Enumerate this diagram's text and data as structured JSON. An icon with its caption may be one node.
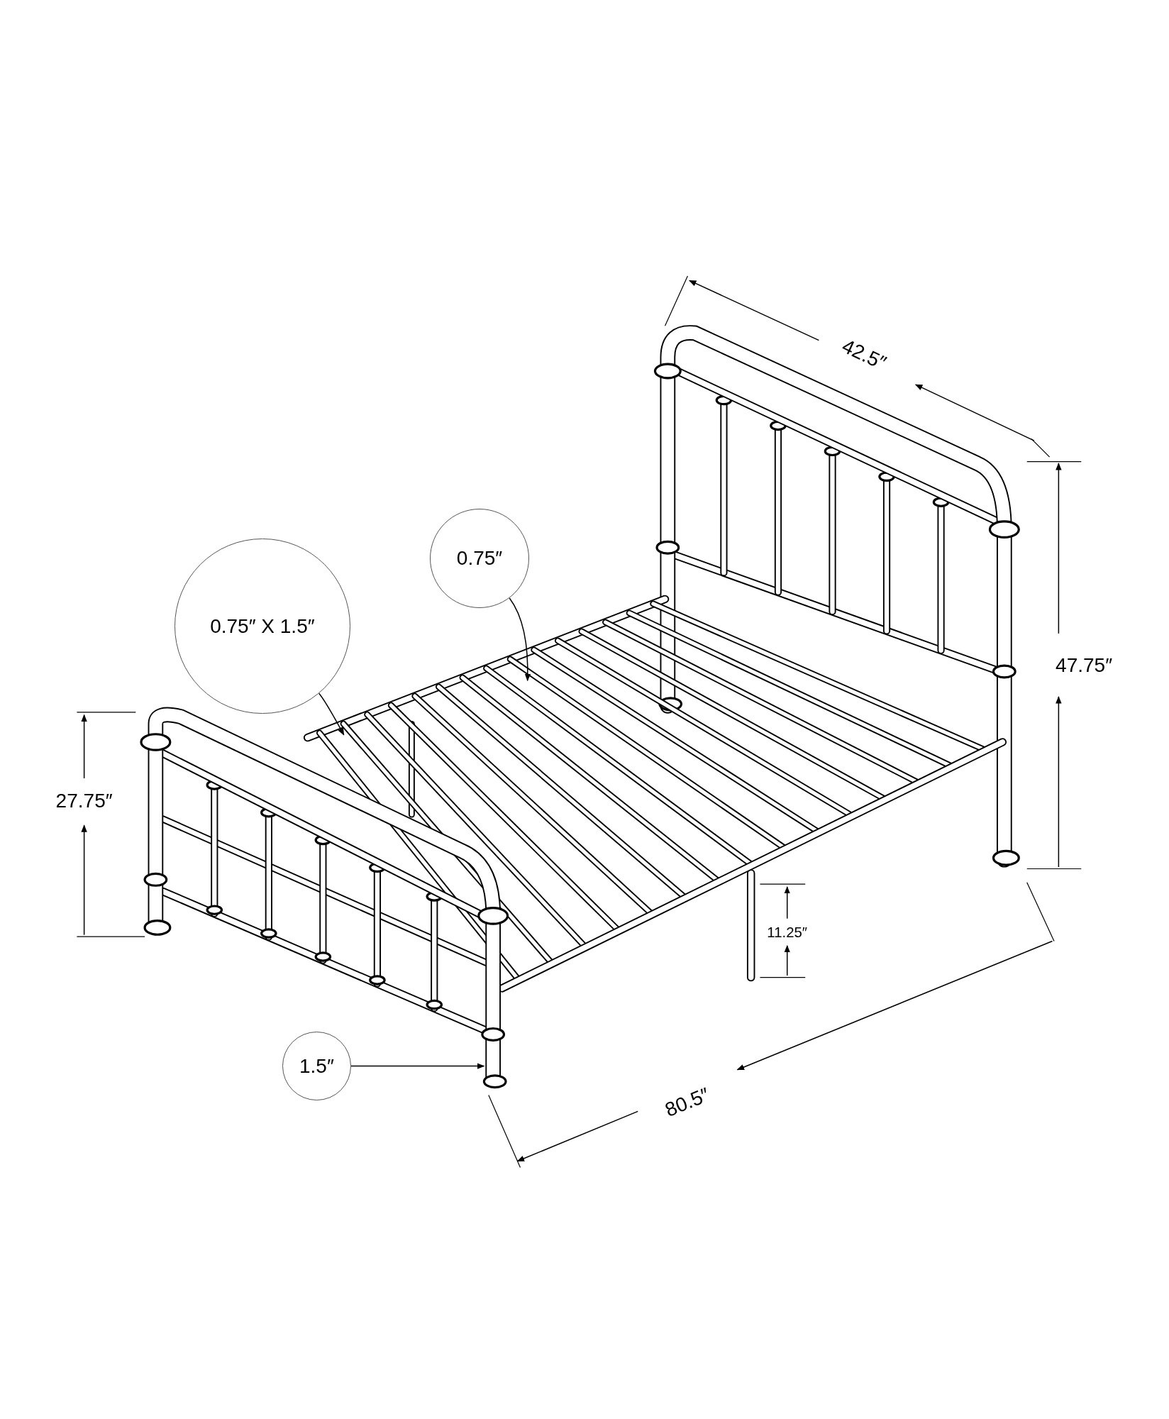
{
  "diagram": {
    "nodes": [
      {
        "text": [
          "0.75″ X 1.5″"
        ]
      },
      {
        "text": [
          "0.75″"
        ]
      },
      {
        "text": [
          "1.5″"
        ]
      }
    ],
    "edges": [
      {
        "from": 0,
        "to": null,
        "arrow": "to"
      },
      {
        "from": 1,
        "to": null,
        "arrow": "to"
      },
      {
        "from": 2,
        "to": null,
        "arrow": "to"
      }
    ],
    "labels": [
      "42.5″",
      "47.75″",
      "27.75″",
      "11.25″",
      "80.5″"
    ]
  }
}
